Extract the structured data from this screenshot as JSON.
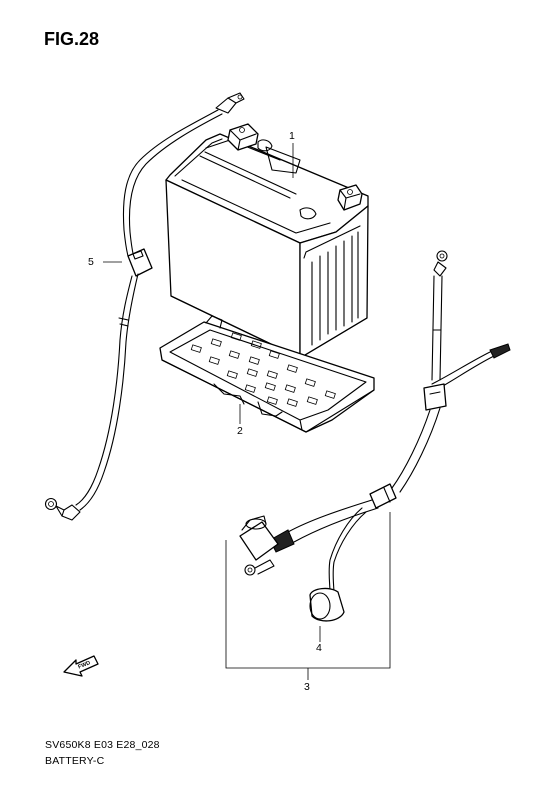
{
  "figure": {
    "title": "FIG.28"
  },
  "footer": {
    "code": "SV650K8 E03 E28_028",
    "caption": "BATTERY-C"
  },
  "callouts": {
    "battery": "1",
    "battery_tray": "2",
    "starter_cable_set": "3",
    "cap": "4",
    "negative_lead": "5"
  },
  "icons": {
    "direction": "fwd-arrow-icon"
  },
  "arrow_text": "FWD"
}
